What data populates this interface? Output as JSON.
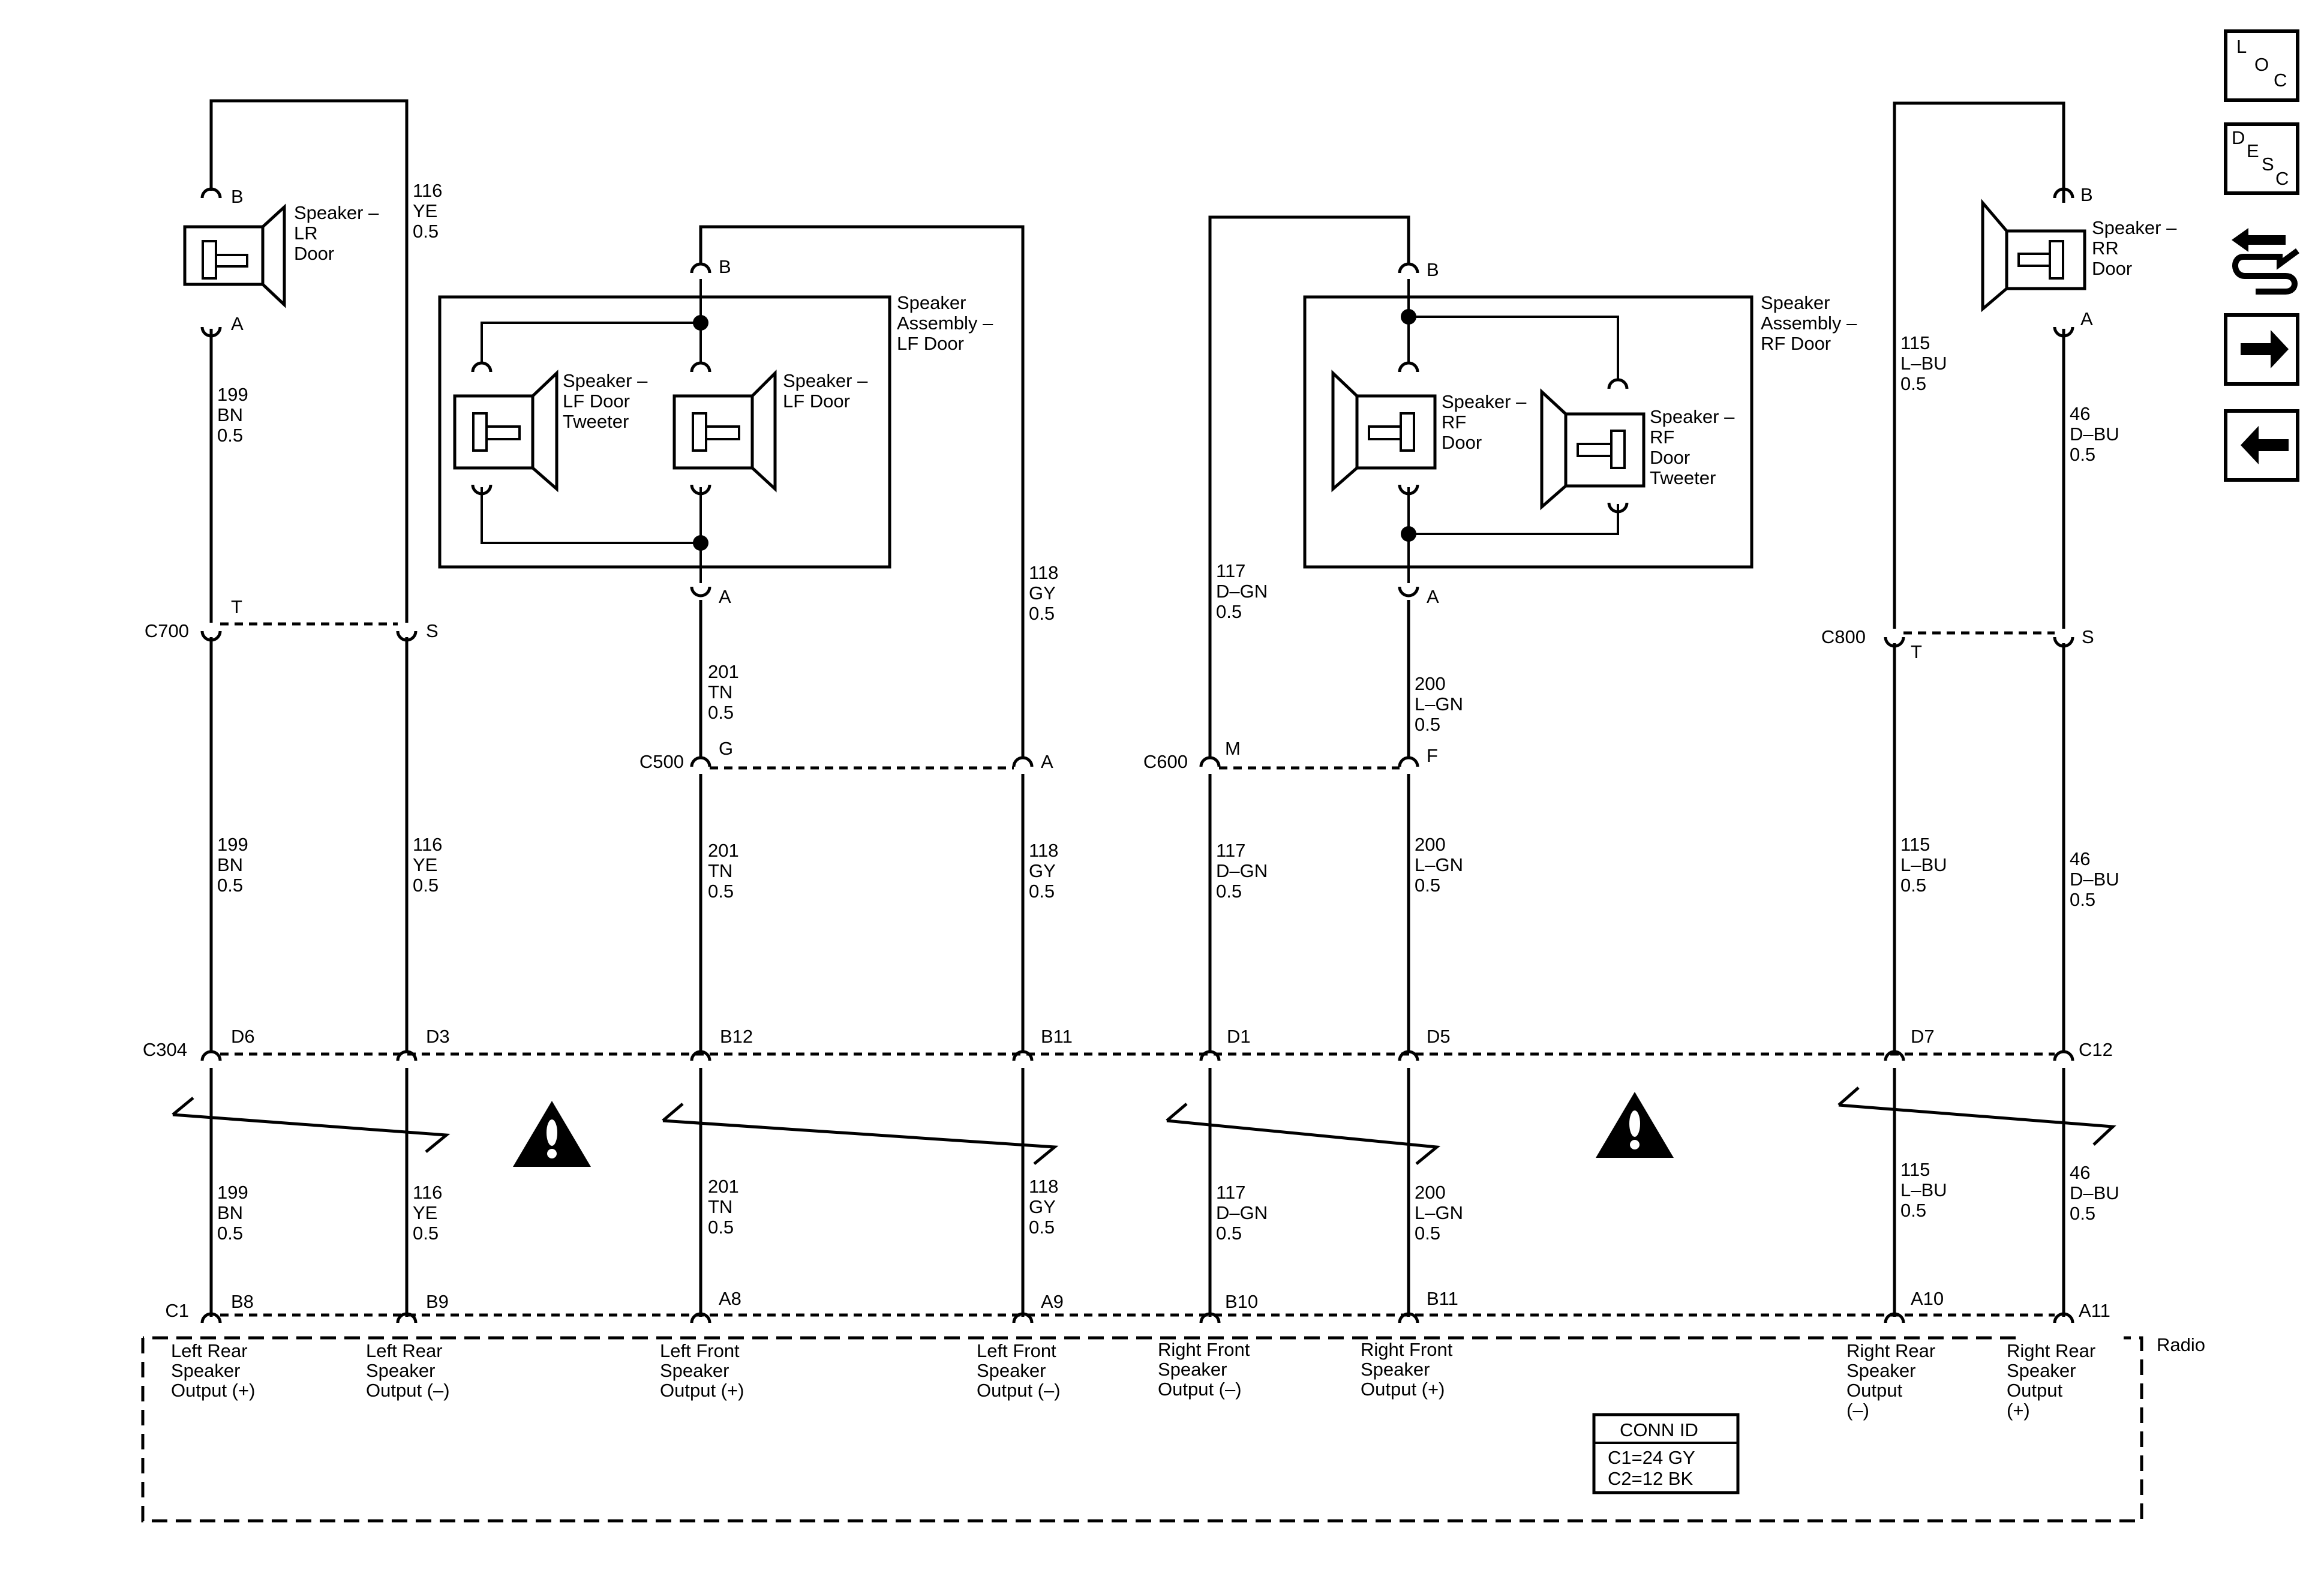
{
  "wire_labels": {
    "lr_top": [
      "116",
      "YE",
      "0.5"
    ],
    "lr_199_a": [
      "199",
      "BN",
      "0.5"
    ],
    "lr_199_b": [
      "199",
      "BN",
      "0.5"
    ],
    "lr_116_b": [
      "116",
      "YE",
      "0.5"
    ],
    "lr_199_c": [
      "199",
      "BN",
      "0.5"
    ],
    "lr_116_c": [
      "116",
      "YE",
      "0.5"
    ],
    "lf_201_a": [
      "201",
      "TN",
      "0.5"
    ],
    "lf_118_a": [
      "118",
      "GY",
      "0.5"
    ],
    "lf_201_b": [
      "201",
      "TN",
      "0.5"
    ],
    "lf_118_b": [
      "118",
      "GY",
      "0.5"
    ],
    "lf_201_c": [
      "201",
      "TN",
      "0.5"
    ],
    "lf_118_c": [
      "118",
      "GY",
      "0.5"
    ],
    "rf_117_a": [
      "117",
      "D–GN",
      "0.5"
    ],
    "rf_200_a": [
      "200",
      "L–GN",
      "0.5"
    ],
    "rf_117_b": [
      "117",
      "D–GN",
      "0.5"
    ],
    "rf_200_b": [
      "200",
      "L–GN",
      "0.5"
    ],
    "rf_117_c": [
      "117",
      "D–GN",
      "0.5"
    ],
    "rf_200_c": [
      "200",
      "L–GN",
      "0.5"
    ],
    "rr_115_a": [
      "115",
      "L–BU",
      "0.5"
    ],
    "rr_46_a": [
      "46",
      "D–BU",
      "0.5"
    ],
    "rr_115_b": [
      "115",
      "L–BU",
      "0.5"
    ],
    "rr_46_b": [
      "46",
      "D–BU",
      "0.5"
    ],
    "rr_115_c": [
      "115",
      "L–BU",
      "0.5"
    ],
    "rr_46_c": [
      "46",
      "D–BU",
      "0.5"
    ]
  },
  "components": {
    "lr_speaker": [
      "Speaker –",
      "LR",
      "Door"
    ],
    "lf_assembly": [
      "Speaker",
      "Assembly –",
      "LF Door"
    ],
    "lf_tweeter": [
      "Speaker –",
      "LF Door",
      "Tweeter"
    ],
    "lf_speaker": [
      "Speaker –",
      "LF Door"
    ],
    "rf_assembly": [
      "Speaker",
      "Assembly –",
      "RF Door"
    ],
    "rf_speaker": [
      "Speaker –",
      "RF",
      "Door"
    ],
    "rf_tweeter": [
      "Speaker –",
      "RF",
      "Door",
      "Tweeter"
    ],
    "rr_speaker": [
      "Speaker –",
      "RR",
      "Door"
    ],
    "radio": "Radio"
  },
  "connectors": {
    "c700": "C700",
    "c500": "C500",
    "c600": "C600",
    "c800": "C800",
    "c304": "C304",
    "c1": "C1"
  },
  "pins": {
    "lr_b": "B",
    "lr_a": "A",
    "c700_t": "T",
    "c700_s": "S",
    "lf_b": "B",
    "lf_a": "A",
    "c500_g": "G",
    "c500_a": "A",
    "rf_b": "B",
    "rf_a": "A",
    "c600_m": "M",
    "c600_f": "F",
    "rr_b": "B",
    "rr_a": "A",
    "c800_t": "T",
    "c800_s": "S",
    "c304_d6": "D6",
    "c304_d3": "D3",
    "c304_b12": "B12",
    "c304_b11": "B11",
    "c304_d1": "D1",
    "c304_d5": "D5",
    "c304_d7": "D7",
    "c304_c12": "C12",
    "c1_b8": "B8",
    "c1_b9": "B9",
    "c1_a8": "A8",
    "c1_a9": "A9",
    "c1_b10": "B10",
    "c1_b11": "B11",
    "c1_a10": "A10",
    "c1_a11": "A11"
  },
  "radio_outputs": {
    "lr_pos": [
      "Left Rear",
      "Speaker",
      "Output (+)"
    ],
    "lr_neg": [
      "Left Rear",
      "Speaker",
      "Output (–)"
    ],
    "lf_pos": [
      "Left Front",
      "Speaker",
      "Output (+)"
    ],
    "lf_neg": [
      "Left Front",
      "Speaker",
      "Output (–)"
    ],
    "rf_neg": [
      "Right Front",
      "Speaker",
      "Output (–)"
    ],
    "rf_pos": [
      "Right Front",
      "Speaker",
      "Output (+)"
    ],
    "rr_neg": [
      "Right Rear",
      "Speaker",
      "Output",
      "(–)"
    ],
    "rr_pos": [
      "Right Rear",
      "Speaker",
      "Output",
      "(+)"
    ]
  },
  "conn_id": {
    "title": "CONN ID",
    "c1": "C1=24 GY",
    "c2": "C2=12 BK"
  },
  "nav": {
    "loc": [
      "L",
      "O",
      "C"
    ],
    "desc": [
      "D",
      "E",
      "S",
      "C"
    ],
    "icons": [
      "connector-swap-icon",
      "arrow-right-icon",
      "arrow-left-icon"
    ]
  }
}
